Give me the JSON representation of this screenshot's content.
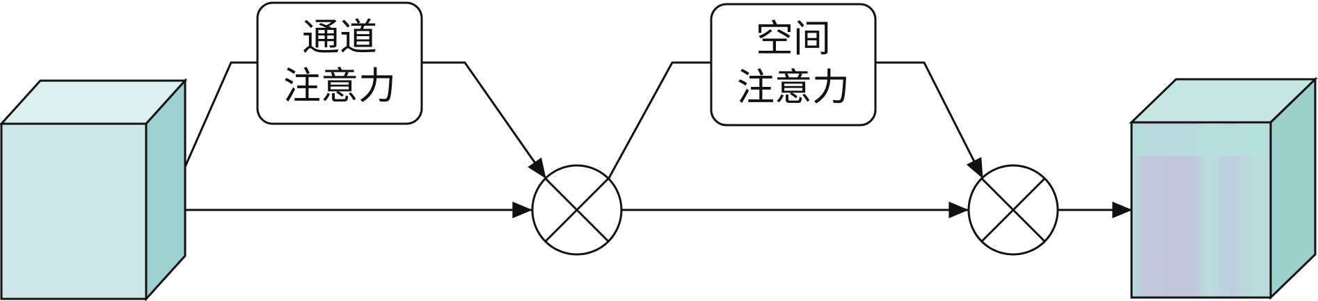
{
  "nodes": {
    "channel_attention": {
      "label_line1": "通道",
      "label_line2": "注意力"
    },
    "spatial_attention": {
      "label_line1": "空间",
      "label_line2": "注意力"
    }
  },
  "colors": {
    "stroke": "#111111",
    "input_cube_front": "#cde6e7",
    "input_cube_top": "#ddf0f0",
    "input_cube_side": "#9dd0ce",
    "output_cube_front": "#c2c8de",
    "output_cube_front_tint": "#b9e0dc",
    "output_cube_top": "#c6e6e3",
    "output_cube_side": "#9bd0cb"
  },
  "icons": {
    "multiply_operator": "circle-x"
  }
}
